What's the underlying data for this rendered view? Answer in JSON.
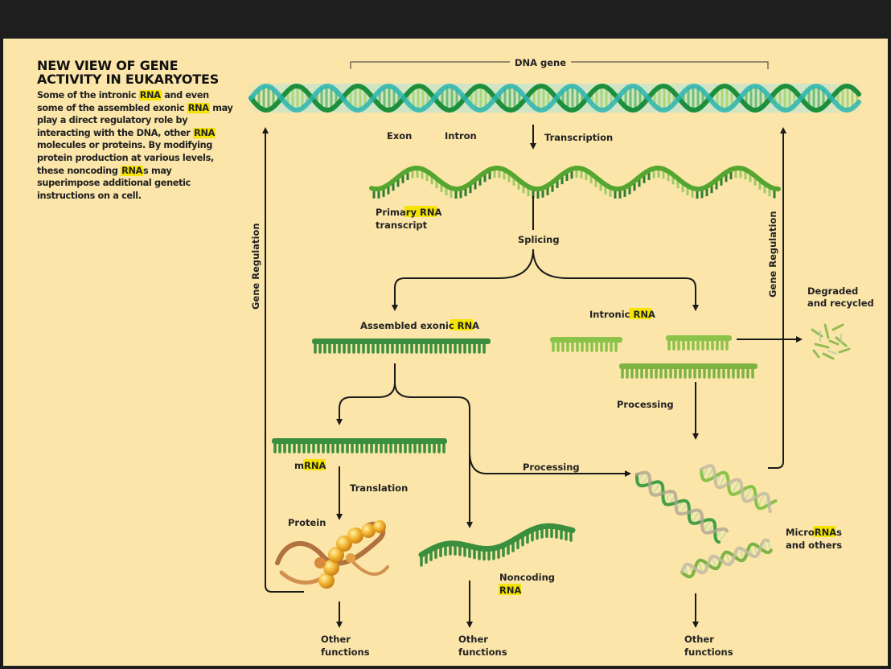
{
  "title": "NEW VIEW OF GENE ACTIVITY IN EUKARYOTES",
  "description_parts": [
    "Some of the intronic ",
    "RNA",
    " and even some of the assembled exonic ",
    "RNA",
    " may play a direct regulatory role by interacting with the DNA, other ",
    "RNA",
    " molecules or proteins. By modifying protein production at various levels, these noncoding ",
    "RNA",
    "s may superimpose additional genetic instructions on a cell."
  ],
  "labels": {
    "dna_gene": "DNA gene",
    "exon": "Exon",
    "intron": "Intron",
    "transcription": "Transcription",
    "primary_rna_1": "Primary ",
    "primary_rna_1_hl": "RNA",
    "primary_rna_2": "transcript",
    "splicing": "Splicing",
    "assembled_exonic": "Assembled exonic ",
    "assembled_exonic_hl": "RNA",
    "intronic": "Intronic ",
    "intronic_hl": "RNA",
    "degraded_1": "Degraded",
    "degraded_2": "and recycled",
    "processing_right": "Processing",
    "processing_mid": "Processing",
    "mrna_pre": "m",
    "mrna_hl": "RNA",
    "translation": "Translation",
    "protein": "Protein",
    "noncoding_1": "Noncoding",
    "noncoding_2": "RNA",
    "micro_1": "Micro",
    "micro_1_hl": "RNA",
    "micro_1_post": "s",
    "micro_2": "and others",
    "gene_regulation_left": "Gene Regulation",
    "gene_regulation_right": "Gene Regulation",
    "other_1a": "Other",
    "other_1b": "functions",
    "other_2a": "Other",
    "other_2b": "functions",
    "other_3a": "Other",
    "other_3b": "functions"
  },
  "colors": {
    "dark_green": "#2e7d32",
    "light_green": "#8bc34a",
    "highlight": "#f5e400",
    "background": "#fbe5a9"
  }
}
